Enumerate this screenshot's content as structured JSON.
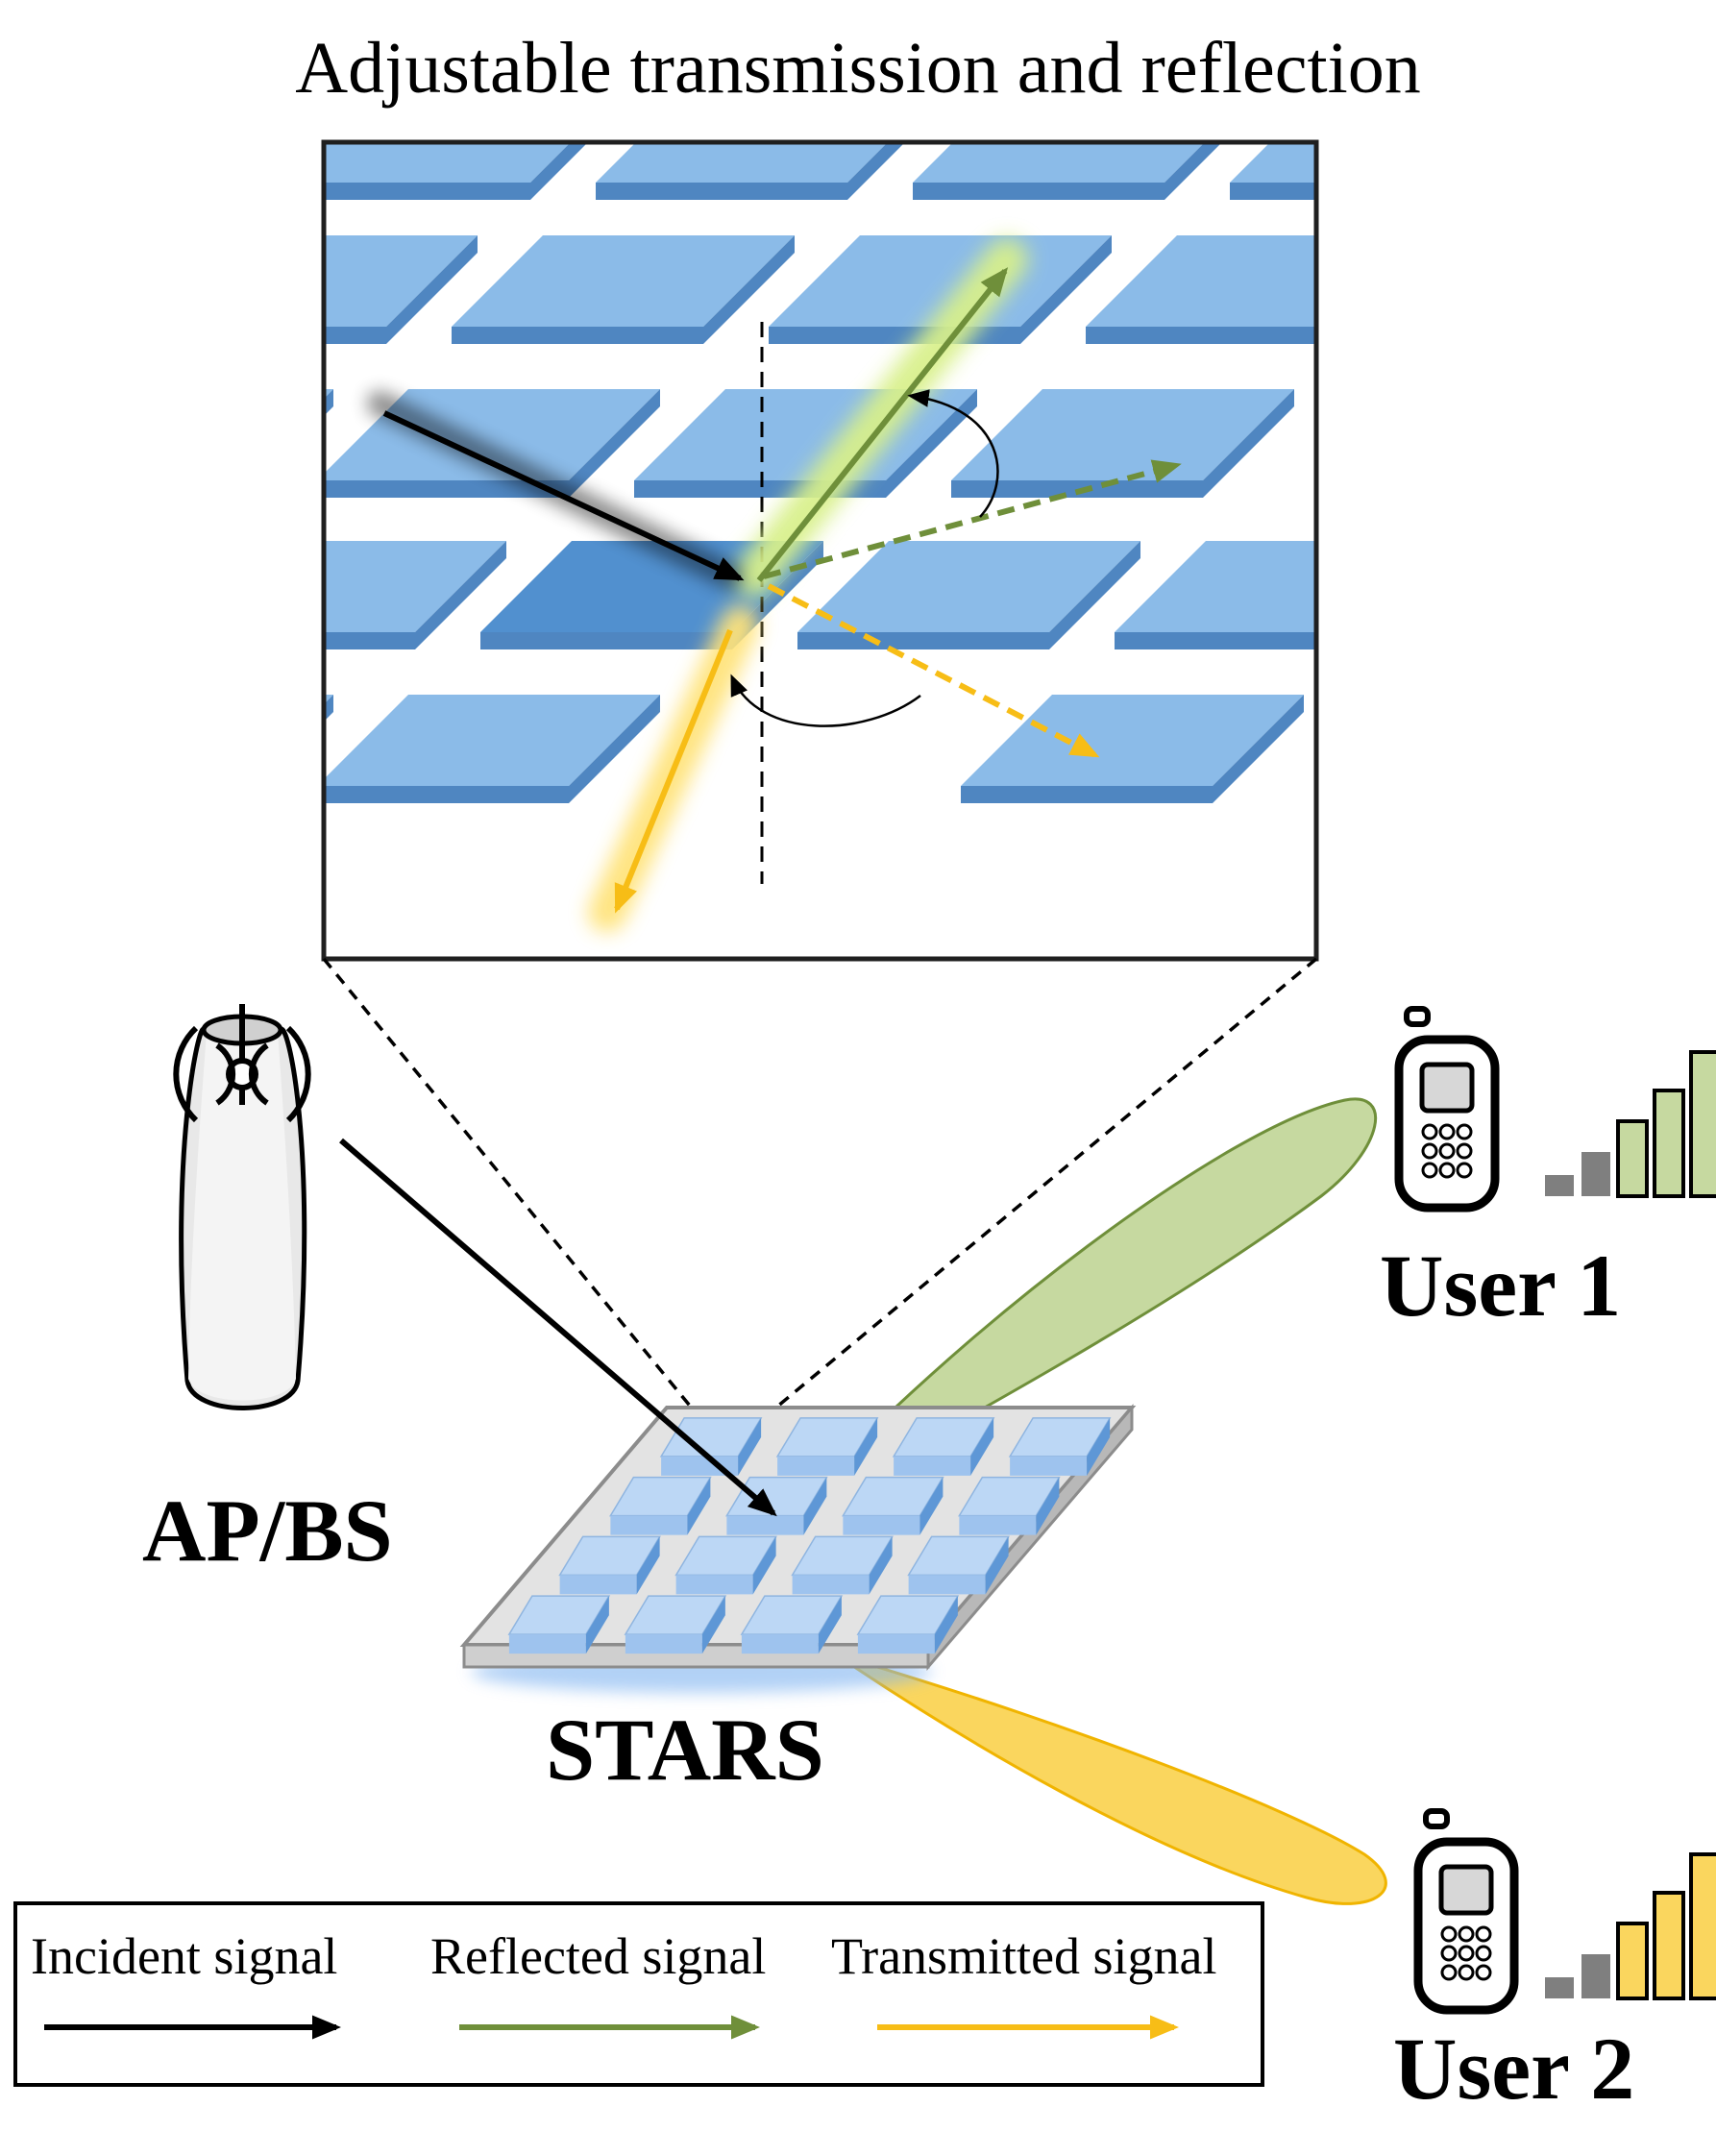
{
  "title": "Adjustable transmission and reflection",
  "labels": {
    "ap": "AP/BS",
    "stars": "STARS",
    "user1": "User 1",
    "user2": "User 2"
  },
  "legend": {
    "incident": "Incident signal",
    "reflected": "Reflected signal",
    "transmitted": "Transmitted signal"
  },
  "colors": {
    "element": "#8bbbe8",
    "element_side": "#4f86c1",
    "element_selected": "#5190cf",
    "incident": "#000000",
    "reflected": "#6f8f3a",
    "reflected_beam": "#c6d9a0",
    "transmitted": "#f7bd16",
    "transmitted_beam": "#fad65e",
    "glow_green": "#d8f08a",
    "glow_yellow": "#ffe37a",
    "signal_gray": "#7f7f7f"
  },
  "icons": [
    "antenna-icon",
    "phone-icon",
    "signal-strength-icon"
  ],
  "signal_levels": {
    "user1": 3,
    "user2": 3
  }
}
